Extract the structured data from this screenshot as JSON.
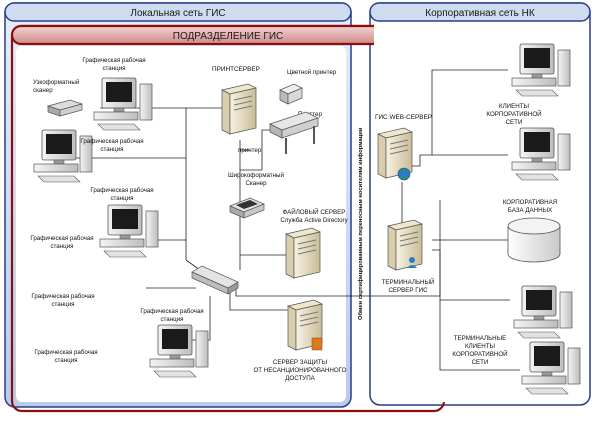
{
  "panels": {
    "local_title": "Локальная сеть ГИС",
    "corp_title": "Корпоративная сеть НК",
    "division_title": "ПОДРАЗДЕЛЕНИЕ ГИС"
  },
  "vertical_note": "Обмен сертифицированным переносным носителям информации",
  "labels": {
    "wide_scanner": "Узкоформатный\nсканер",
    "ws1": "Графическая рабочая\nстанция",
    "ws2": "Графическая рабочая\nстанция",
    "ws3": "Графическая рабочая\nстанция",
    "ws4": "Графическая рабочая\nстанция",
    "ws5": "Графическая рабочая\nстанция",
    "ws6": "Графическая рабочая\nстанция",
    "ws7": "Графическая рабочая\nстанция",
    "printserver": "ПРИНТСЕРВЕР",
    "color_printer": "Цветной принтер",
    "plotter": "Плоттер",
    "printer": "принтер",
    "wideformat_scanner": "Широкоформатный\nСканер",
    "file_server": "ФАЙЛОВЫЙ СЕРВЕР\nСлужба Active Directory",
    "security_server": "СЕРВЕР ЗАЩИТЫ\nОТ НЕСАНЦИОНИРОВАННОГО\nДОСТУПА",
    "web_server": "ГИС WEB-СЕРВЕР",
    "corp_clients": "КЛИЕНТЫ\nКОРПОРАТИВНОЙ\nСЕТИ",
    "corp_db": "КОРПОРАТИВНАЯ\nБАЗА ДАННЫХ",
    "terminal_server": "ТЕРМИНАЛЬНЫЙ\nСЕРВЕР ГИС",
    "terminal_clients": "ТЕРМИНАЛЬНЫЕ\nКЛИЕНТЫ\nКОРПОРАТИВНОЙ\nСЕТИ"
  },
  "colors": {
    "panel_fill": "#cfdcf0",
    "panel_border": "#2a3c8c",
    "division_fill": "#e7b4b4",
    "division_border": "#8a1010",
    "line": "#222222"
  },
  "icons": {
    "workstation": "workstation-icon",
    "server": "server-icon",
    "database": "database-icon",
    "printer": "printer-icon",
    "plotter": "plotter-icon",
    "scanner": "scanner-icon",
    "switch": "switch-icon"
  }
}
